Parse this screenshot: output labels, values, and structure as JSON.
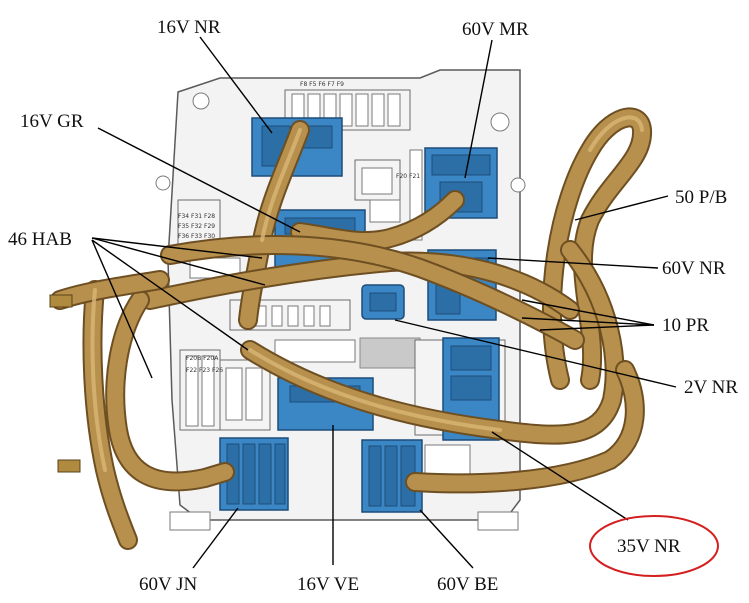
{
  "labels": {
    "l16v_nr_top": "16V NR",
    "l60v_mr": "60V MR",
    "l16v_gr": "16V GR",
    "l50_pb": "50 P/B",
    "l46_hab": "46 HAB",
    "l60v_nr": "60V NR",
    "l10_pr": "10 PR",
    "l2v_nr": "2V NR",
    "l35v_nr": "35V NR",
    "l60v_jn": "60V JN",
    "l16v_ve": "16V VE",
    "l60v_be": "60V BE"
  },
  "colors": {
    "connector": "#3b86c4",
    "harness": "#b8904e",
    "highlight_circle": "#d42020"
  }
}
